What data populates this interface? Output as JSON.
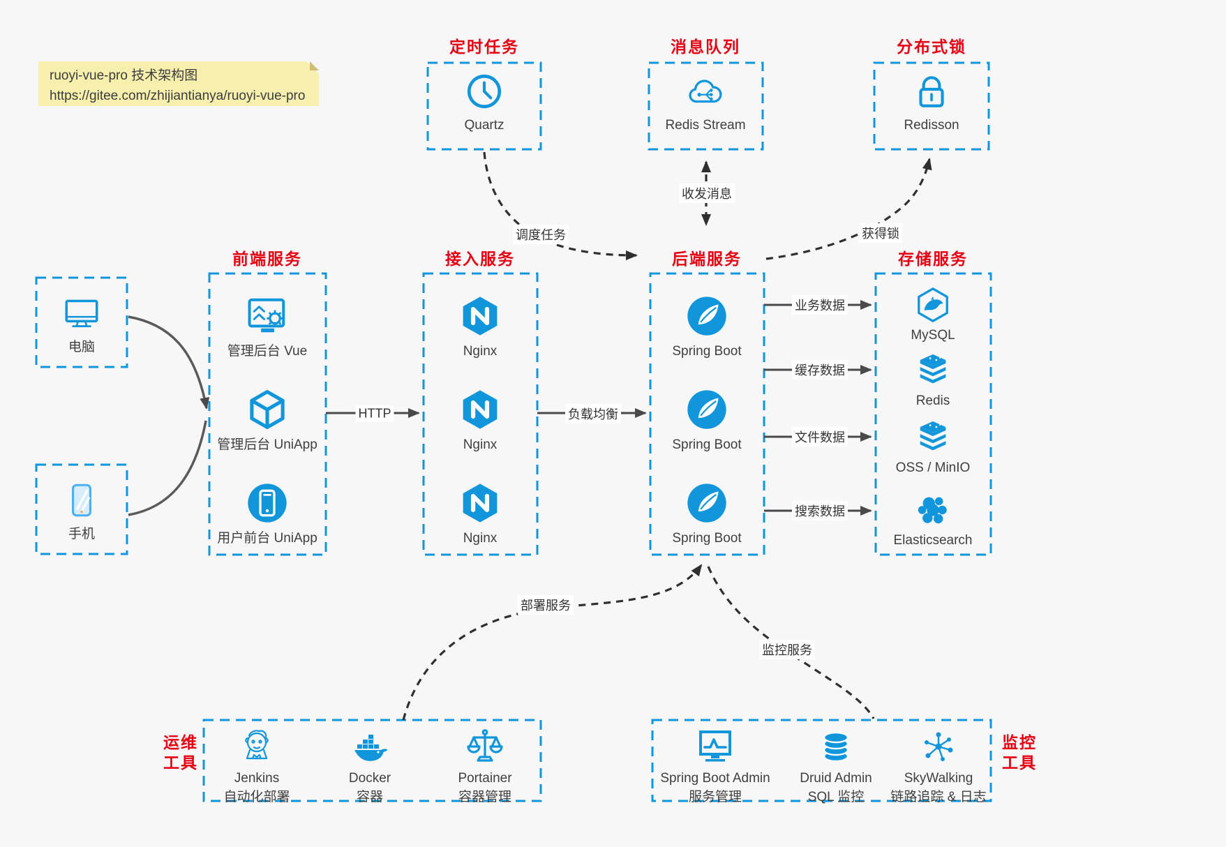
{
  "note": {
    "line1": "ruoyi-vue-pro 技术架构图",
    "line2": "https://gitee.com/zhijiantianya/ruoyi-vue-pro"
  },
  "colors": {
    "accent_blue": "#1296db",
    "title_red": "#e60012",
    "note_yellow": "#f7efad"
  },
  "top_sections": [
    {
      "title": "定时任务",
      "item": "Quartz",
      "icon": "clock-icon"
    },
    {
      "title": "消息队列",
      "item": "Redis Stream",
      "icon": "cloud-stream-icon"
    },
    {
      "title": "分布式锁",
      "item": "Redisson",
      "icon": "lock-icon"
    }
  ],
  "clients": [
    {
      "label": "电脑",
      "icon": "desktop-icon"
    },
    {
      "label": "手机",
      "icon": "smartphone-icon"
    }
  ],
  "columns": [
    {
      "title": "前端服务",
      "items": [
        "管理后台 Vue",
        "管理后台 UniApp",
        "用户前台 UniApp"
      ]
    },
    {
      "title": "接入服务",
      "items": [
        "Nginx",
        "Nginx",
        "Nginx"
      ]
    },
    {
      "title": "后端服务",
      "items": [
        "Spring Boot",
        "Spring Boot",
        "Spring Boot"
      ]
    },
    {
      "title": "存储服务",
      "items": [
        "MySQL",
        "Redis",
        "OSS / MinIO",
        "Elasticsearch"
      ]
    }
  ],
  "edges": {
    "http": "HTTP",
    "load_balance": "负载均衡",
    "business_data": "业务数据",
    "cache_data": "缓存数据",
    "file_data": "文件数据",
    "search_data": "搜索数据",
    "schedule_task": "调度任务",
    "send_receive_message": "收发消息",
    "acquire_lock": "获得锁",
    "deploy_service": "部署服务",
    "monitor_service": "监控服务"
  },
  "ops_tools": {
    "title_line1": "运维",
    "title_line2": "工具",
    "items": [
      {
        "name": "Jenkins",
        "desc": "自动化部署"
      },
      {
        "name": "Docker",
        "desc": "容器"
      },
      {
        "name": "Portainer",
        "desc": "容器管理"
      }
    ]
  },
  "monitor_tools": {
    "title_line1": "监控",
    "title_line2": "工具",
    "items": [
      {
        "name": "Spring Boot Admin",
        "desc": "服务管理"
      },
      {
        "name": "Druid Admin",
        "desc": "SQL 监控"
      },
      {
        "name": "SkyWalking",
        "desc": "链路追踪 & 日志"
      }
    ]
  }
}
